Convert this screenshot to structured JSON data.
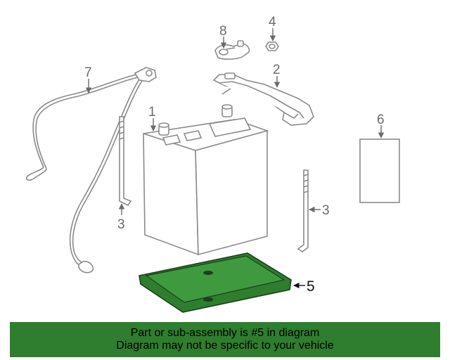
{
  "colors": {
    "highlight": "#2f7d2f",
    "banner": "#2f7d2f",
    "line_art": "#8a8a8a",
    "label": "#6a6a6a"
  },
  "callouts": [
    {
      "id": "callout-1",
      "label": "1"
    },
    {
      "id": "callout-2",
      "label": "2"
    },
    {
      "id": "callout-3-left",
      "label": "3"
    },
    {
      "id": "callout-3-right",
      "label": "3"
    },
    {
      "id": "callout-4",
      "label": "4"
    },
    {
      "id": "callout-5",
      "label": "5"
    },
    {
      "id": "callout-6",
      "label": "6"
    },
    {
      "id": "callout-7",
      "label": "7"
    },
    {
      "id": "callout-8",
      "label": "8"
    }
  ],
  "banner": {
    "line1": "Part or sub-assembly is #5 in diagram",
    "line2": "Diagram may not be specific to your vehicle"
  }
}
